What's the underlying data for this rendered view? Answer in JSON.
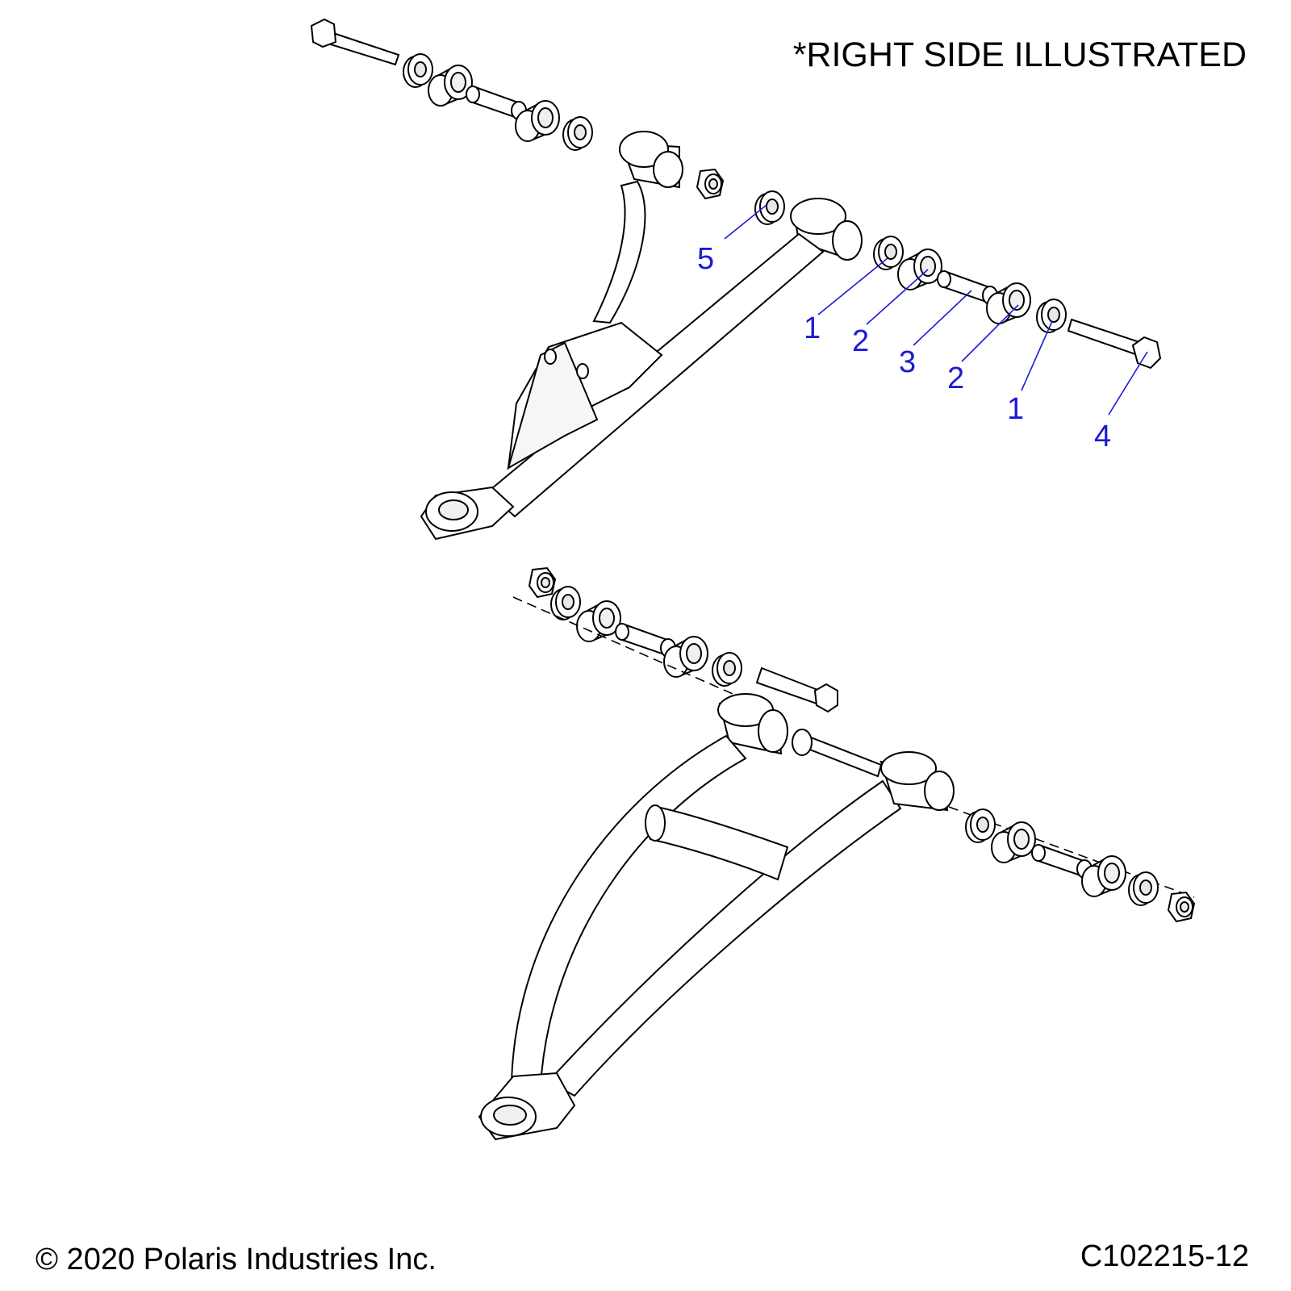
{
  "notes": {
    "side": "*RIGHT SIDE ILLUSTRATED",
    "copyright": "© 2020 Polaris Industries Inc.",
    "doc_number": "C102215-12"
  },
  "callouts": [
    {
      "id": "5",
      "label": "5"
    },
    {
      "id": "1a",
      "label": "1"
    },
    {
      "id": "2a",
      "label": "2"
    },
    {
      "id": "3",
      "label": "3"
    },
    {
      "id": "2b",
      "label": "2"
    },
    {
      "id": "1b",
      "label": "1"
    },
    {
      "id": "4",
      "label": "4"
    }
  ],
  "colors": {
    "callout": "#1a1ad6",
    "line": "#000000",
    "fill": "#ffffff"
  }
}
